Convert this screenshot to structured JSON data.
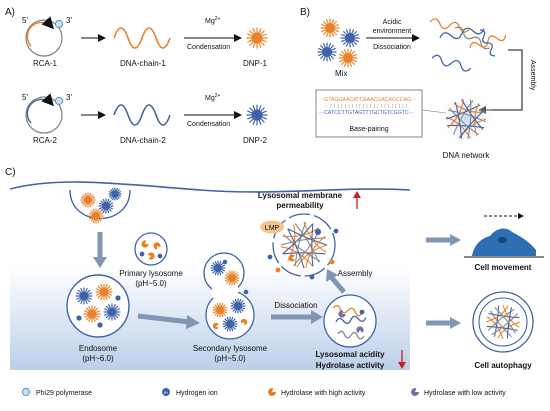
{
  "panel_a": {
    "label": "A)",
    "row1": {
      "five": "5'",
      "three": "3'",
      "rca": "RCA-1",
      "chain": "DNA-chain-1",
      "mg": "Mg",
      "mg_sup": "2+",
      "cond": "Condensation",
      "dnp": "DNP-1"
    },
    "row2": {
      "five": "5'",
      "three": "3'",
      "rca": "RCA-2",
      "chain": "DNA-chain-2",
      "mg": "Mg",
      "mg_sup": "2+",
      "cond": "Condensation",
      "dnp": "DNP-2"
    }
  },
  "panel_b": {
    "label": "B)",
    "mix": "Mix",
    "acidic1": "Acidic",
    "acidic2": "environment",
    "dissociation": "Dissociation",
    "assembly": "Assembly",
    "seq_top": "···GTAGGAACATCAAACGACAGCCAG···",
    "seq_bottom": "···CATCCTTGTAGTTTGCTGTCGGTC···",
    "base_pairing": "Base-pairing",
    "network": "DNA network"
  },
  "panel_c": {
    "label": "C)",
    "lmp_title1": "Lysosomal membrane",
    "lmp_title2": "permeability",
    "lmp_tag": "LMP",
    "primary1": "Primary lysosome",
    "primary2": "(pH~5.0)",
    "assembly": "Assembly",
    "dissociation": "Dissociation",
    "endosome1": "Endosome",
    "endosome2": "(pH~6.0)",
    "secondary1": "Secondary lysosome",
    "secondary2": "(pH~5.0)",
    "acidity1": "Lysosomal acidity",
    "acidity2": "Hydrolase activity",
    "movement": "Cell movement",
    "autophagy": "Cell autophagy"
  },
  "legend": {
    "phi29": "Phi29 polymerase",
    "hydrogen": "Hydrogen ion",
    "high": "Hydrolase with high activity",
    "low": "Hydrolase with low activity"
  },
  "colors": {
    "orange": "#e8822a",
    "blue": "#3f63a8",
    "grey_arrow": "#8096b2",
    "red": "#c8201e"
  }
}
